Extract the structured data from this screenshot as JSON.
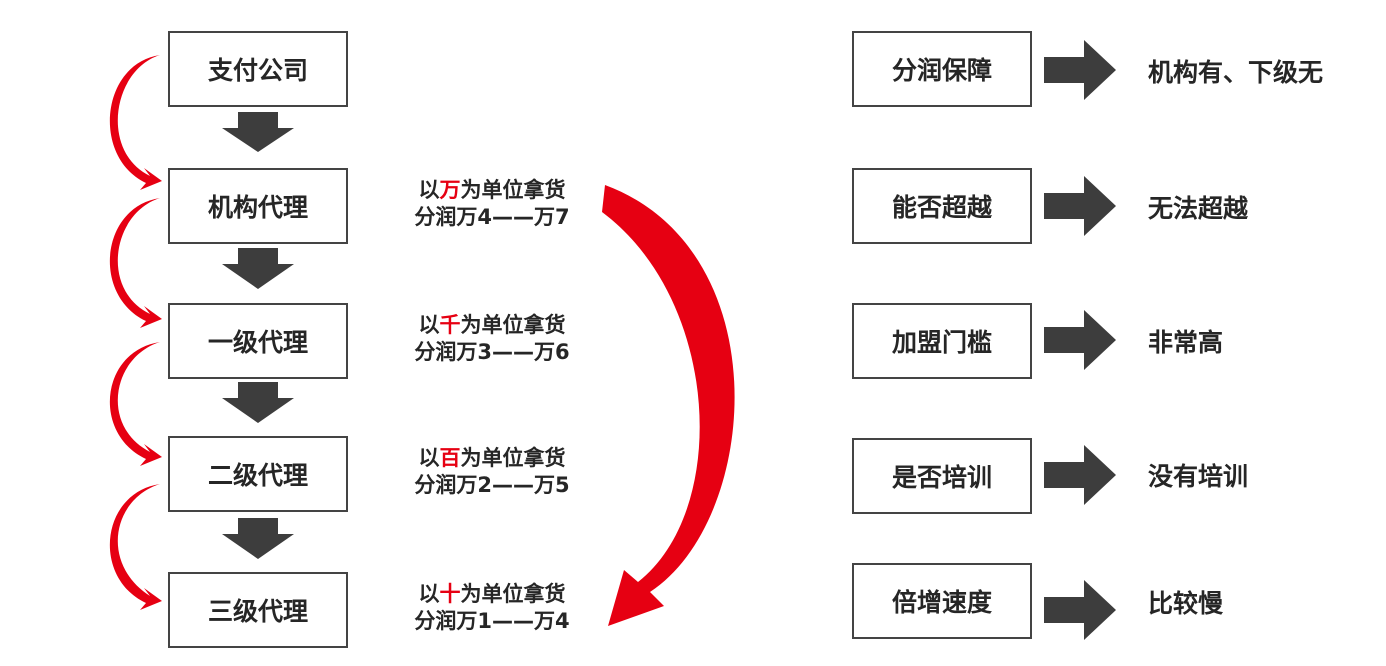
{
  "hierarchy": [
    {
      "label": "支付公司"
    },
    {
      "label": "机构代理",
      "note": {
        "pre": "以",
        "hl": "万",
        "post": "为单位拿货",
        "line2": "分润万4——万7"
      }
    },
    {
      "label": "一级代理",
      "note": {
        "pre": "以",
        "hl": "千",
        "post": "为单位拿货",
        "line2": "分润万3——万6"
      }
    },
    {
      "label": "二级代理",
      "note": {
        "pre": "以",
        "hl": "百",
        "post": "为单位拿货",
        "line2": "分润万2——万5"
      }
    },
    {
      "label": "三级代理",
      "note": {
        "pre": "以",
        "hl": "十",
        "post": "为单位拿货",
        "line2": "分润万1——万4"
      }
    }
  ],
  "comparison": [
    {
      "label": "分润保障",
      "value": "机构有、下级无"
    },
    {
      "label": "能否超越",
      "value": "无法超越"
    },
    {
      "label": "加盟门槛",
      "value": "非常高"
    },
    {
      "label": "是否培训",
      "value": "没有培训"
    },
    {
      "label": "倍增速度",
      "value": "比较慢"
    }
  ],
  "colors": {
    "accent": "#e60012",
    "arrow": "#3d3d3d",
    "border": "#444444"
  }
}
